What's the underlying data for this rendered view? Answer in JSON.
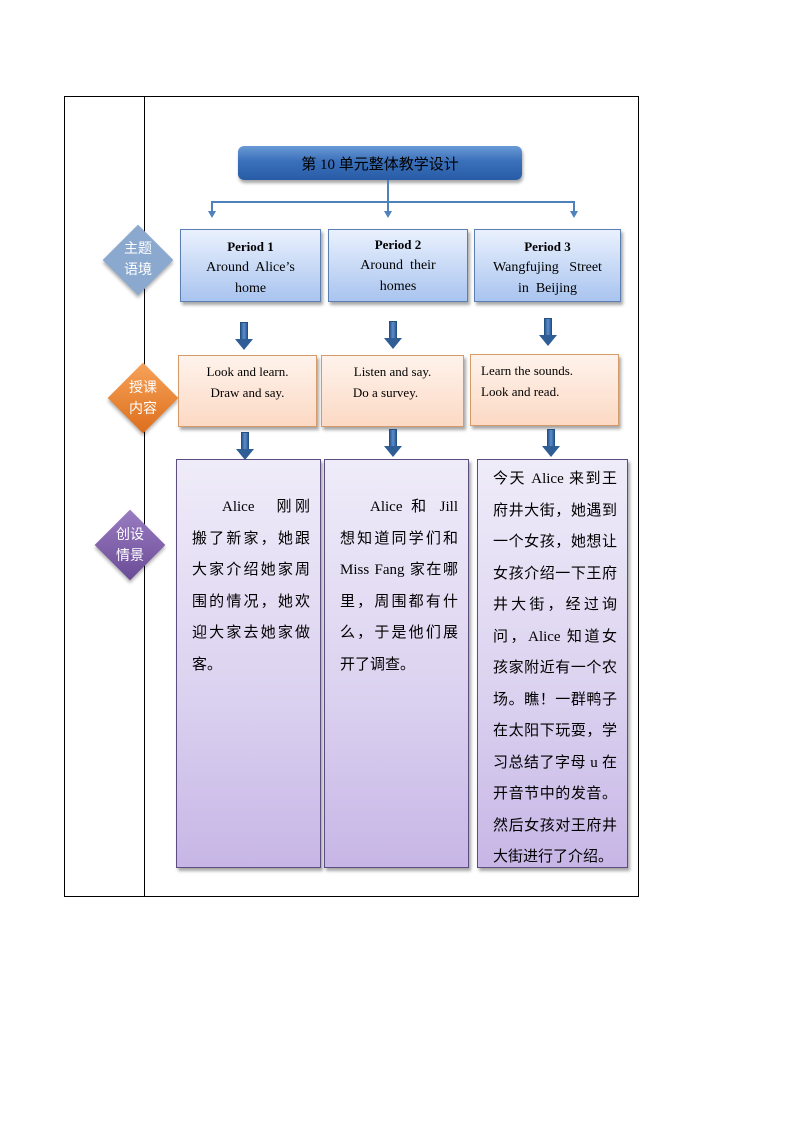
{
  "title": "第 10 单元整体教学设计",
  "row_labels": [
    {
      "line1": "主题",
      "line2": "语境",
      "color": "#8ba9cf"
    },
    {
      "line1": "授课",
      "line2": "内容",
      "color": "#e9822f"
    },
    {
      "line1": "创设",
      "line2": "情景",
      "color": "#7a5ea1"
    }
  ],
  "periods": [
    {
      "period": "Period 1",
      "theme_line1": "Around  Alice’s",
      "theme_line2": "home"
    },
    {
      "period": "Period 2",
      "theme_line1": "Around  their",
      "theme_line2": "homes"
    },
    {
      "period": "Period 3",
      "theme_line1": "Wangfujing   Street",
      "theme_line2": "in  Beijing"
    }
  ],
  "content": [
    {
      "line1": "Look and learn.",
      "line2": "Draw and say."
    },
    {
      "line1": "Listen and say.",
      "line2": "Do a survey."
    },
    {
      "line1": "Learn the sounds.",
      "line2": "Look and read."
    }
  ],
  "scenarios": [
    "Alice　刚刚搬了新家，她跟大家介绍她家周围的情况，她欢迎大家去她家做客。",
    "Alice 和 Jill 想知道同学们和 Miss Fang 家在哪里，周围都有什么，于是他们展开了调查。",
    "今天 Alice 来到王府井大街，她遇到一个女孩，她想让女孩介绍一下王府井大街，经过询问，Alice 知道女孩家附近有一个农场。瞧！一群鸭子在太阳下玩耍，学习总结了字母 u 在开音节中的发音。然后女孩对王府井大街进行了介绍。"
  ]
}
